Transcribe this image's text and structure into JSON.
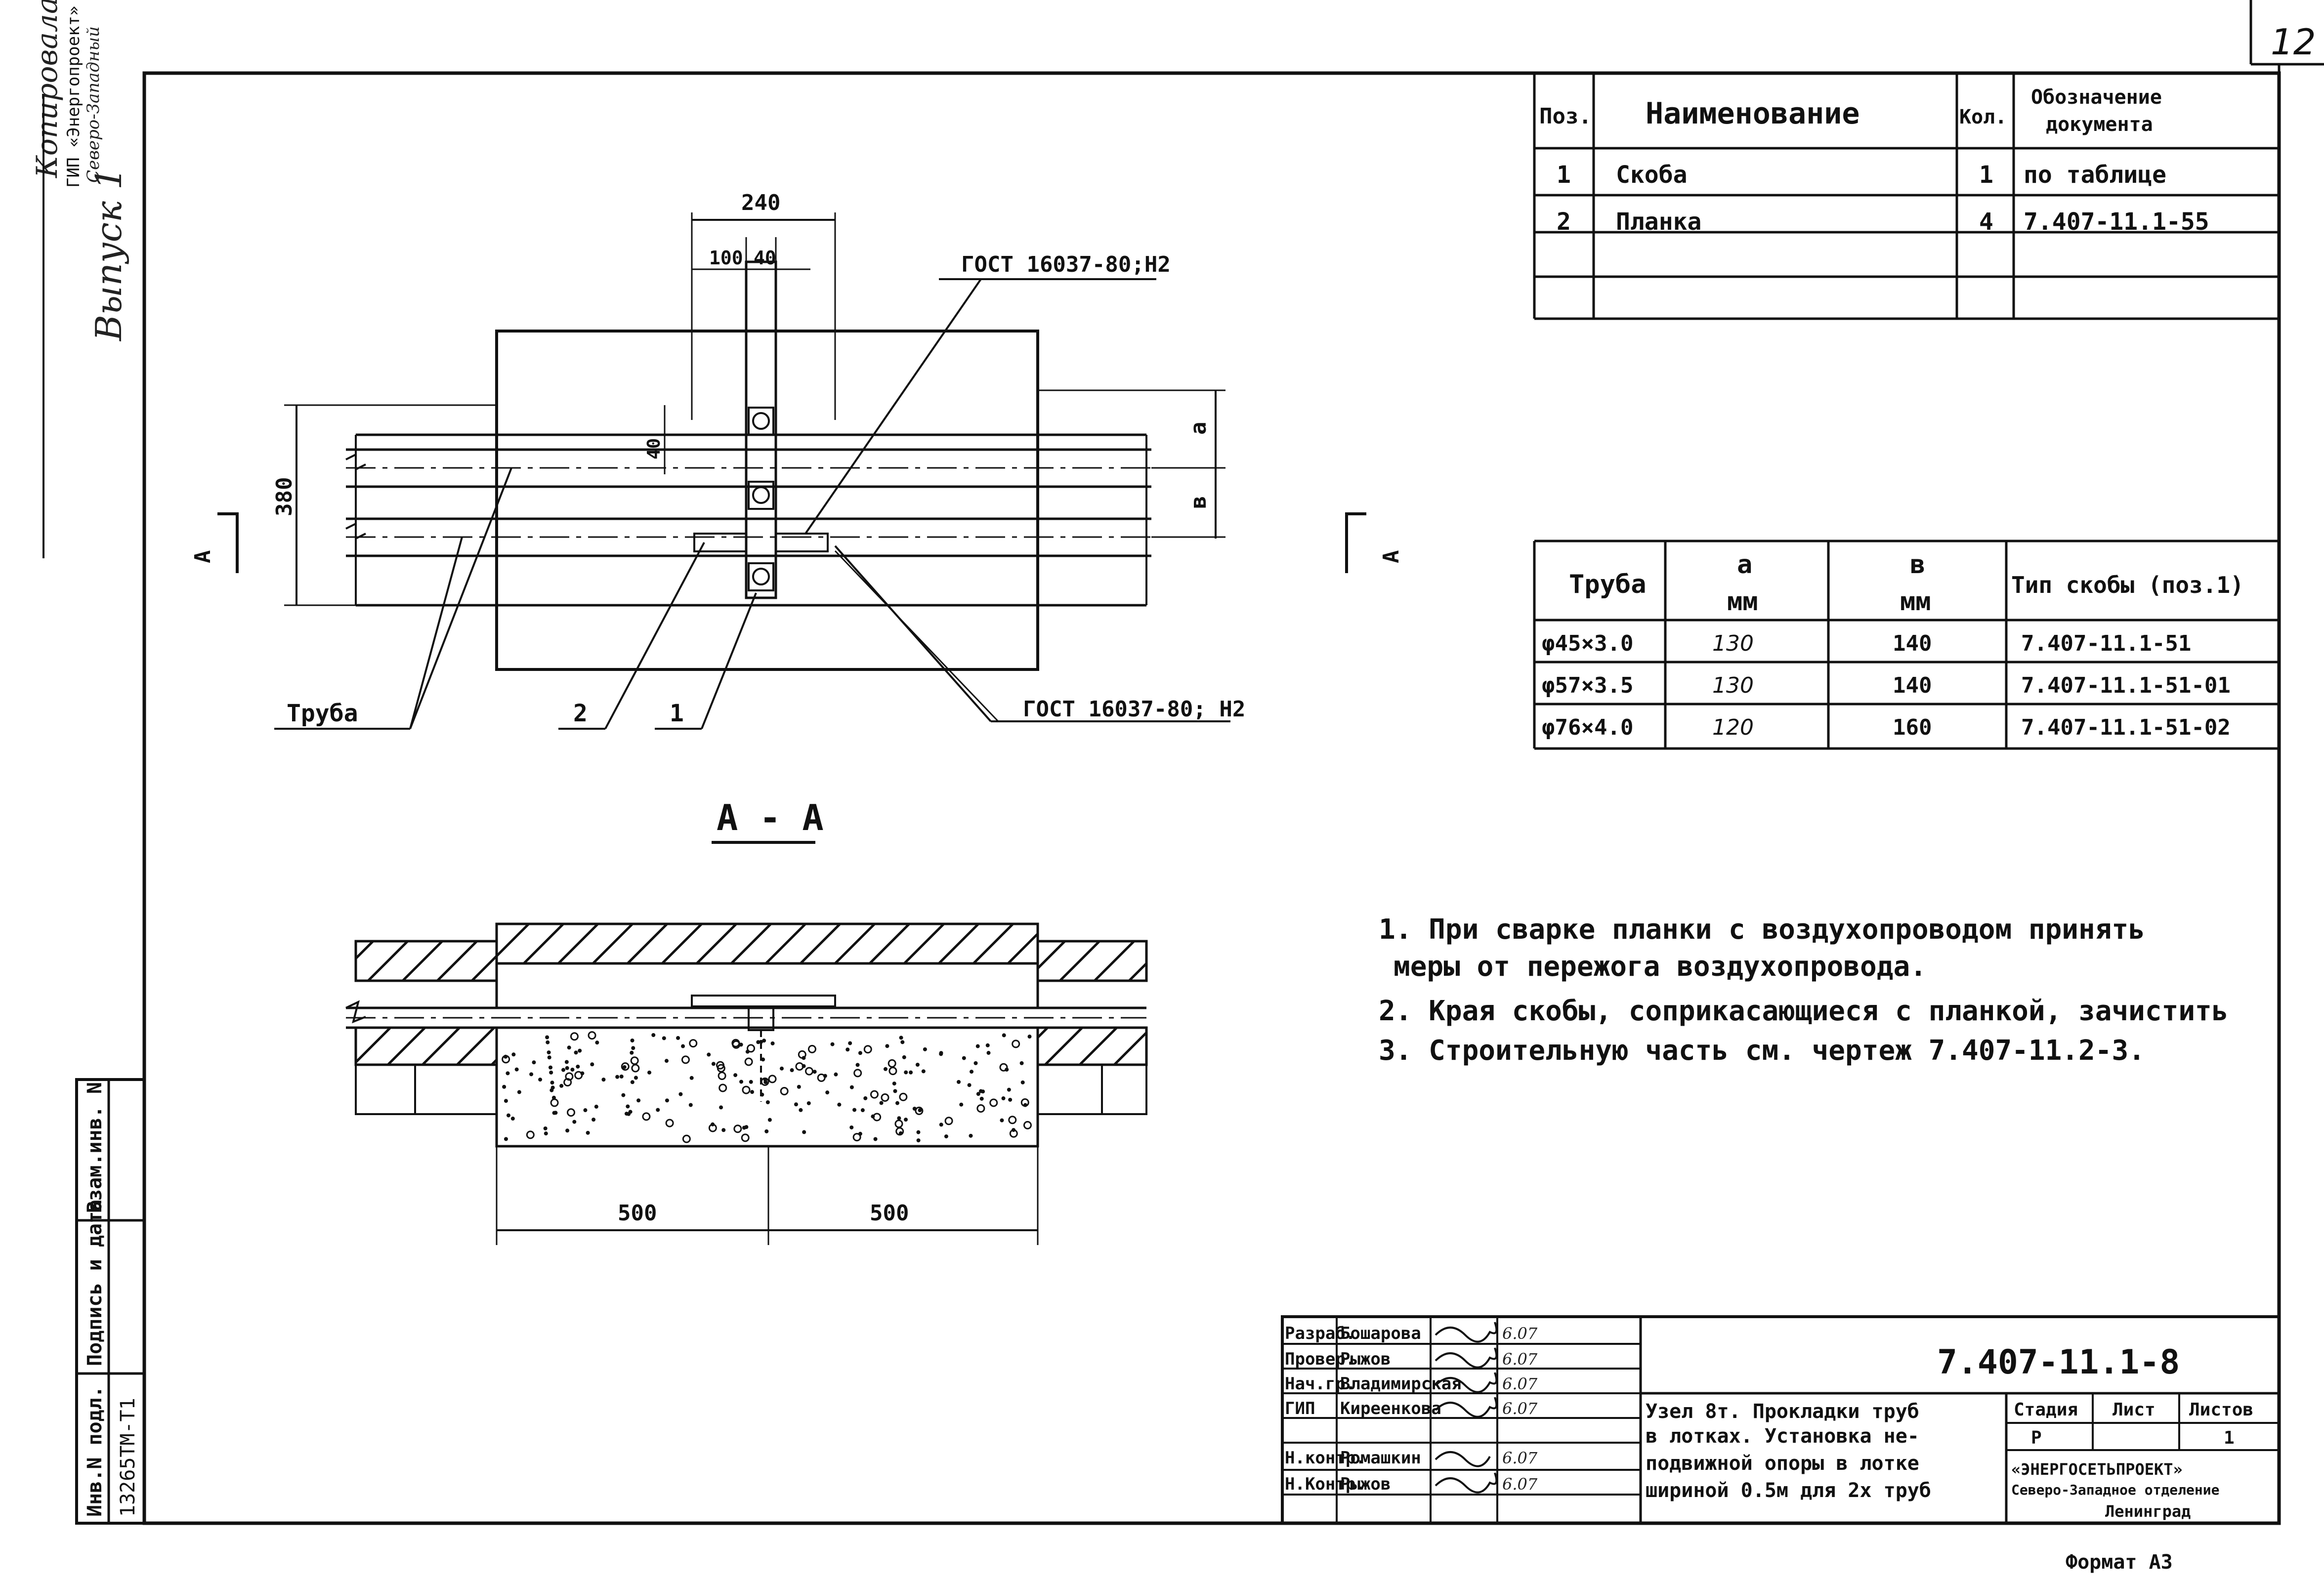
{
  "sheet": {
    "sheet_number": "12",
    "format": "Формат А3"
  },
  "side_stamp": {
    "line1": "Копировала",
    "line2": "Выпуск 1",
    "org": "ГИП «Энергопроект»",
    "small_note": "Северо-Западный"
  },
  "left_box": {
    "inv_label": "Инв.N подл.",
    "inv_value": "13265ТМ-Т1",
    "sign_date_label": "Подпись и дата",
    "replace_label": "Взам.инв. N"
  },
  "spec_table": {
    "headers": [
      "Поз.",
      "Наименование",
      "Кол.",
      "Обозначение документа"
    ],
    "rows": [
      [
        "1",
        "Скоба",
        "1",
        "по таблице"
      ],
      [
        "2",
        "Планка",
        "4",
        "7.407-11.1-55"
      ],
      [
        "",
        "",
        "",
        ""
      ],
      [
        "",
        "",
        "",
        ""
      ]
    ]
  },
  "pipe_table": {
    "headers": [
      "Труба",
      "а\nмм",
      "в\nмм",
      "Тип скобы (поз.1)"
    ],
    "rows": [
      [
        "φ45×3.0",
        "130",
        "140",
        "7.407-11.1-51"
      ],
      [
        "φ57×3.5",
        "130",
        "140",
        "7.407-11.1-51-01"
      ],
      [
        "φ76×4.0",
        "120",
        "160",
        "7.407-11.1-51-02"
      ]
    ]
  },
  "notes": [
    "1. При сварке планки с воздухопроводом принять",
    "меры от пережога воздухопровода.",
    "2. Края скобы, соприкасающиеся с планкой, зачистить",
    "3. Строительную часть см. чертеж 7.407-11.2-3."
  ],
  "plan_view": {
    "dim_width": "240",
    "dim_100": "100",
    "dim_40_top": "40",
    "dim_40_side": "40",
    "dim_height": "380",
    "dim_a": "а",
    "dim_b": "в",
    "gost_top": "ГОСТ 16037-80;Н2",
    "gost_bottom": "ГОСТ 16037-80; Н2",
    "label_pipe": "Труба",
    "label_2": "2",
    "label_1": "1",
    "section_mark": "А"
  },
  "section_view": {
    "title": "А - А",
    "dim_left": "500",
    "dim_right": "500"
  },
  "title_block": {
    "doc_number": "7.407-11.1-8",
    "rows": [
      {
        "role": "Разраб.",
        "name": "Бошарова",
        "date": "6.07"
      },
      {
        "role": "Провер.",
        "name": "Рыжов",
        "date": "6.07"
      },
      {
        "role": "Нач.гр.",
        "name": "Владимирская",
        "date": "6.07"
      },
      {
        "role": "ГИП",
        "name": "Киреенкова",
        "date": "6.07"
      },
      {
        "role": "Н.контр.",
        "name": "Ромашкин",
        "date": "6.07"
      },
      {
        "role": "Н.Контр.",
        "name": "Рыжов",
        "date": "6.07"
      }
    ],
    "description": [
      "Узел 8т. Прокладки труб",
      "в лотках. Установка не-",
      "подвижной опоры в лотке",
      "шириной 0.5м для 2х труб"
    ],
    "stage_header": "Стадия",
    "sheet_header": "Лист",
    "sheets_header": "Листов",
    "stage_value": "Р",
    "sheets_value": "1",
    "org_lines": [
      "«ЭНЕРГОСЕТЬПРОЕКТ»",
      "Северо-Западное отделение",
      "Ленинград"
    ]
  }
}
